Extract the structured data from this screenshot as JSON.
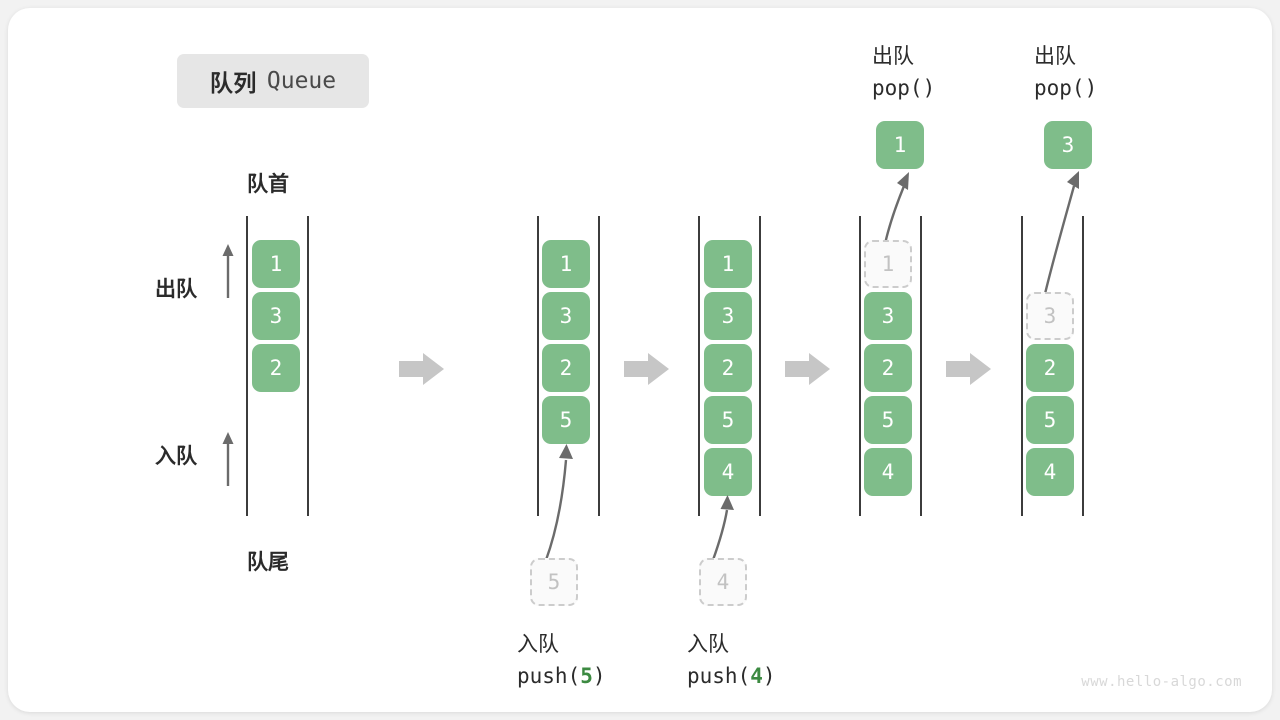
{
  "title": {
    "zh": "队列",
    "en": "Queue"
  },
  "legend": {
    "head_label": "队首",
    "tail_label": "队尾",
    "dequeue_label": "出队",
    "enqueue_label": "入队"
  },
  "watermark": "www.hello-algo.com",
  "colors": {
    "box_fill": "#7fbd8a",
    "box_text": "#ffffff",
    "ghost_border": "#cccccc",
    "ghost_text": "#c2c2c2",
    "rail": "#3c3c3c",
    "arrow": "#6b6b6b",
    "transition_arrow": "#c6c6c6",
    "accent_number": "#3c8a41",
    "badge_bg": "#e6e6e6",
    "card_bg": "#ffffff",
    "page_bg": "#f2f2f2"
  },
  "steps": [
    {
      "id": "initial",
      "items": [
        "1",
        "3",
        "2"
      ],
      "ghost": null,
      "op_top": null,
      "op_bottom": null,
      "popped": null
    },
    {
      "id": "push-5",
      "items": [
        "1",
        "3",
        "2",
        "5"
      ],
      "ghost": {
        "value": "5",
        "position": "below"
      },
      "op_top": null,
      "op_bottom": {
        "zh": "入队",
        "code_prefix": "push(",
        "code_value": "5",
        "code_suffix": ")"
      },
      "popped": null
    },
    {
      "id": "push-4",
      "items": [
        "1",
        "3",
        "2",
        "5",
        "4"
      ],
      "ghost": {
        "value": "4",
        "position": "below"
      },
      "op_top": null,
      "op_bottom": {
        "zh": "入队",
        "code_prefix": "push(",
        "code_value": "4",
        "code_suffix": ")"
      },
      "popped": null
    },
    {
      "id": "pop-1",
      "items": [
        "3",
        "2",
        "5",
        "4"
      ],
      "ghost": {
        "value": "1",
        "position": "slot-0"
      },
      "op_top": {
        "zh": "出队",
        "code": "pop()"
      },
      "op_bottom": null,
      "popped": "1"
    },
    {
      "id": "pop-3",
      "items": [
        "2",
        "5",
        "4"
      ],
      "ghost": {
        "value": "3",
        "position": "slot-1"
      },
      "op_top": {
        "zh": "出队",
        "code": "pop()"
      },
      "op_bottom": null,
      "popped": "3"
    }
  ],
  "transitions": [
    "arrow-right",
    "arrow-right",
    "arrow-right",
    "arrow-right"
  ]
}
